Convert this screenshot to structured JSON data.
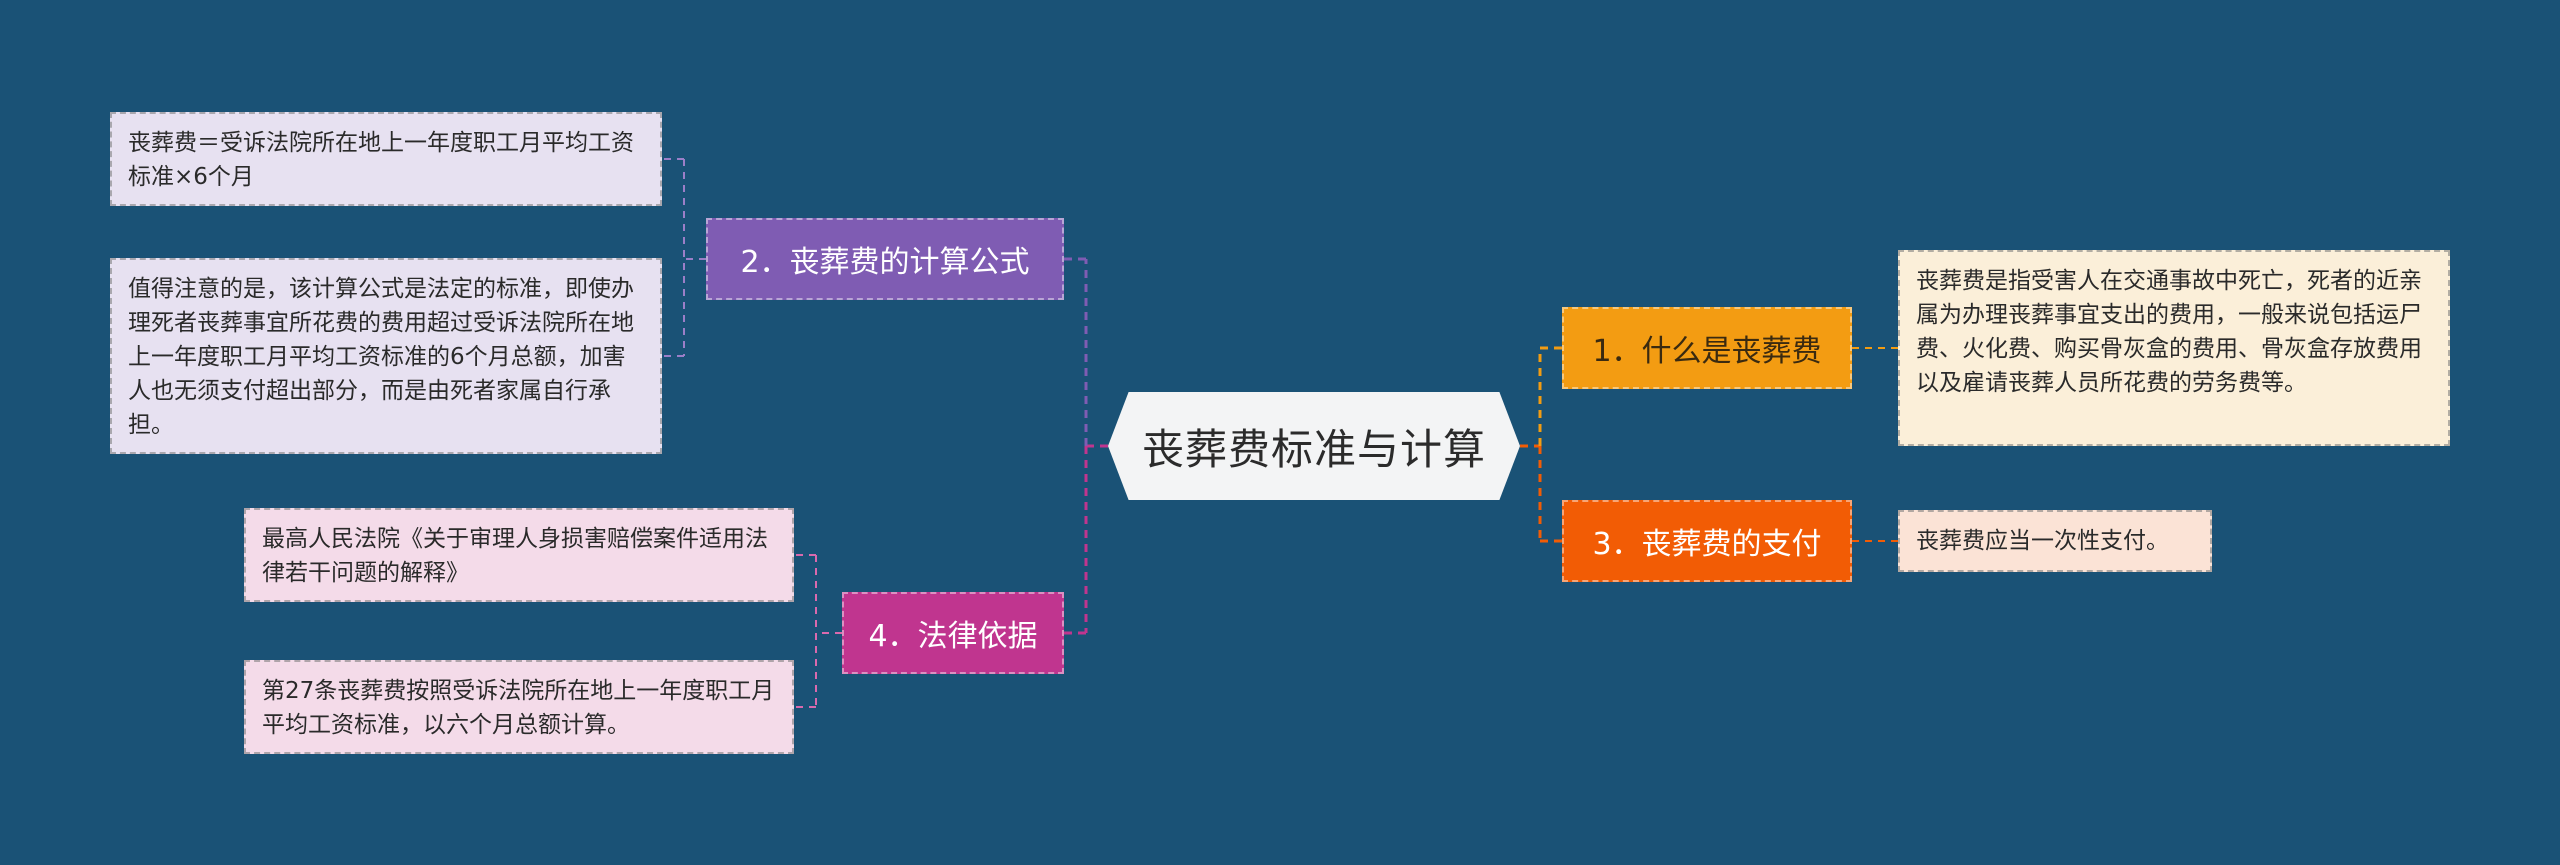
{
  "central": {
    "title": "丧葬费标准与计算"
  },
  "branches": {
    "formula": {
      "label": "2．丧葬费的计算公式",
      "notes": [
        "丧葬费＝受诉法院所在地上一年度职工月平均工资标准×6个月",
        "值得注意的是，该计算公式是法定的标准，即使办理死者丧葬事宜所花费的费用超过受诉法院所在地上一年度职工月平均工资标准的6个月总额，加害人也无须支付超出部分，而是由死者家属自行承担。"
      ]
    },
    "legal_basis": {
      "label": "4．法律依据",
      "notes": [
        "最高人民法院《关于审理人身损害赔偿案件适用法律若干问题的解释》",
        "第27条丧葬费按照受诉法院所在地上一年度职工月平均工资标准，以六个月总额计算。"
      ]
    },
    "definition": {
      "label": "1．什么是丧葬费",
      "notes": [
        "丧葬费是指受害人在交通事故中死亡，死者的近亲属为办理丧葬事宜支出的费用，一般来说包括运尸费、火化费、购买骨灰盒的费用、骨灰盒存放费用以及雇请丧葬人员所花费的劳务费等。"
      ]
    },
    "payment": {
      "label": "3．丧葬费的支付",
      "notes": [
        "丧葬费应当一次性支付。"
      ]
    }
  },
  "colors": {
    "background": "#1a5276",
    "formula": "#7f5cb3",
    "legal_basis": "#c0358f",
    "definition": "#f39c12",
    "payment": "#f25c05"
  }
}
